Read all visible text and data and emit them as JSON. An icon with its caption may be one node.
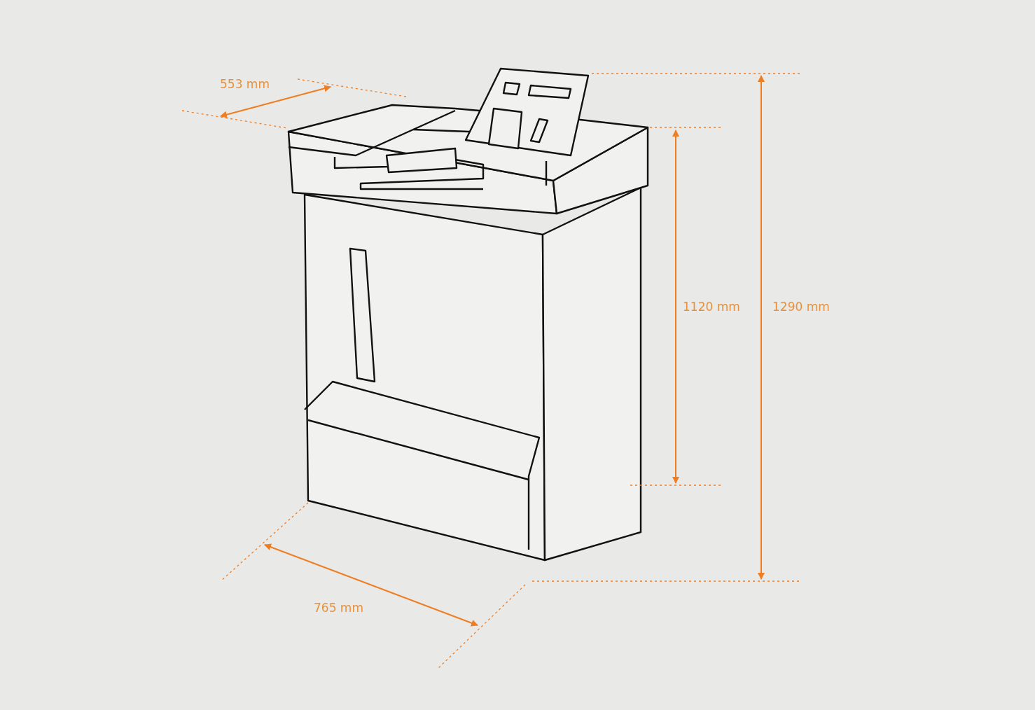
{
  "diagram": {
    "labels": [
      "553 mm",
      "1120 mm",
      "1290 mm",
      "765 mm"
    ]
  }
}
